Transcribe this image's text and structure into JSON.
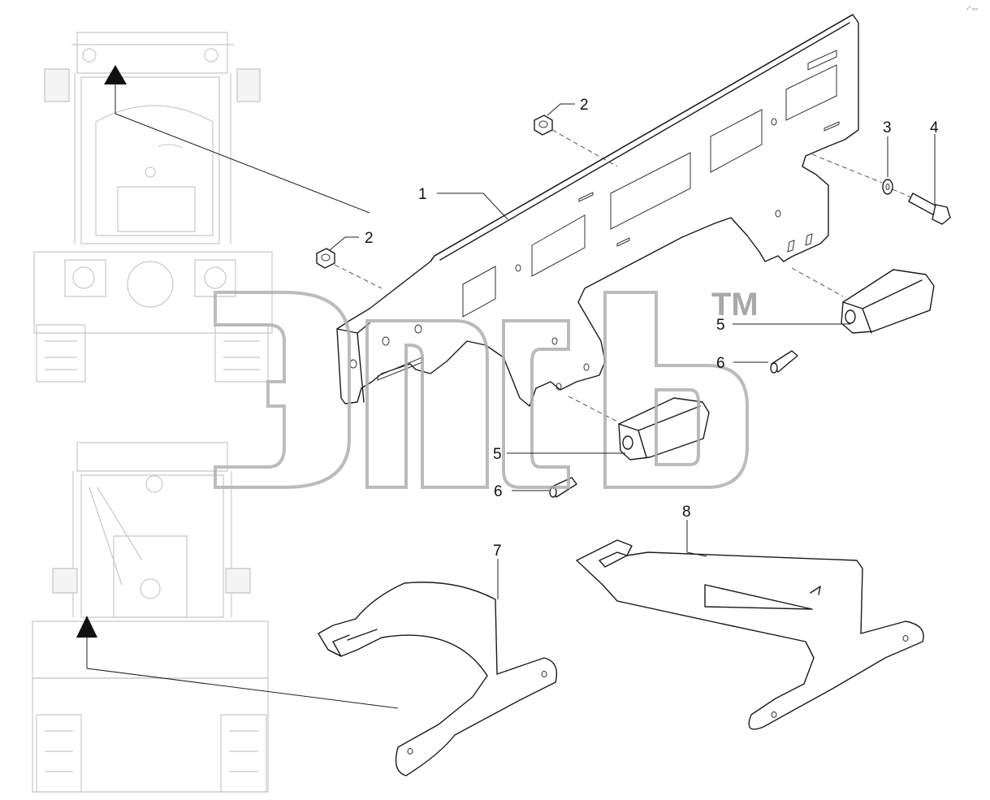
{
  "callouts": {
    "c1": "1",
    "c2a": "2",
    "c2b": "2",
    "c3": "3",
    "c4": "4",
    "c5a": "5",
    "c5b": "5",
    "c6a": "6",
    "c6b": "6",
    "c7": "7",
    "c8": "8"
  },
  "watermark": {
    "trademark": "TM"
  },
  "corner_mark": "₀⁰ ₀₀₀",
  "colors": {
    "line": "#1a1a1a",
    "faint": "#c8c8c8",
    "watermark": "#b0b0b0"
  }
}
